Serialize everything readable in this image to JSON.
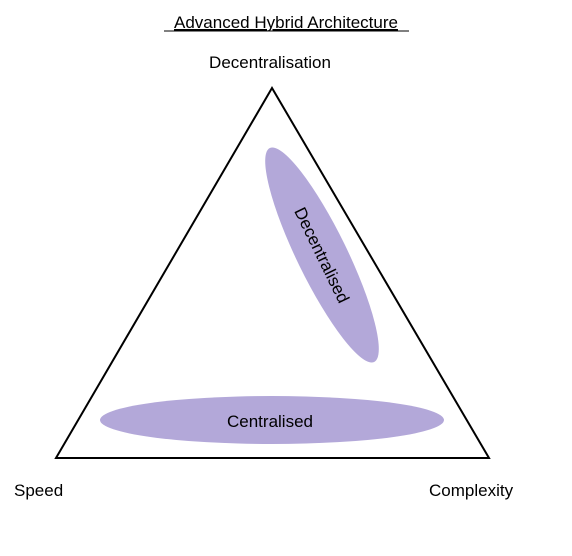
{
  "title": "Advanced Hybrid Architecture",
  "vertices": {
    "top": "Decentralisation",
    "bottom_left": "Speed",
    "bottom_right": "Complexity"
  },
  "regions": [
    {
      "id": "decentralised",
      "label": "Decentralised"
    },
    {
      "id": "centralised",
      "label": "Centralised"
    }
  ],
  "colors": {
    "region_fill": "#b3a8d9",
    "outline": "#000000",
    "background": "#ffffff"
  }
}
